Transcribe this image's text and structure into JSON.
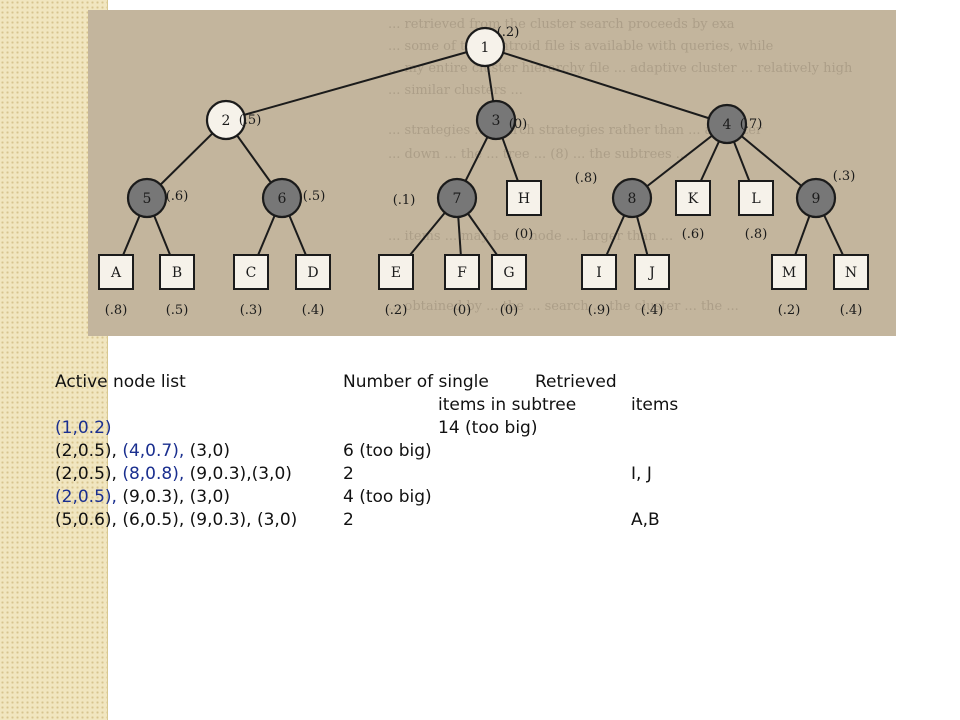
{
  "colors": {
    "sidebar": "#f1e6c0",
    "paper": "#c3b59d",
    "highlight": "#1a2f8f",
    "shaded": "#777777"
  },
  "scan_text": [
    "... retrieved from the cluster search proceeds by exa",
    "... some of the centroid file is available with queries, while",
    "... my entire cluster hierarchy file ... adaptive cluster ... relatively high",
    "... similar clusters ...",
    "... strategies ... search strategies rather than ... a cluster",
    "... down ... the ... tree ... (8) ... the subtrees ...",
    "... items ... may be ... node ... larger than ...",
    "... obtained by ... the ... search ... the cluster ... the ..."
  ],
  "tree": {
    "nodes": [
      {
        "id": "1",
        "prob": "(.2)",
        "fill": "white"
      },
      {
        "id": "2",
        "prob": "(.5)",
        "fill": "white"
      },
      {
        "id": "3",
        "prob": "(0)",
        "fill": "gray"
      },
      {
        "id": "4",
        "prob": "(.7)",
        "fill": "gray"
      },
      {
        "id": "5",
        "prob": "(.6)",
        "fill": "gray"
      },
      {
        "id": "6",
        "prob": "(.5)",
        "fill": "gray"
      },
      {
        "id": "7",
        "prob": "(.1)",
        "fill": "gray"
      },
      {
        "id": "8",
        "prob": "(.8)",
        "fill": "gray"
      },
      {
        "id": "9",
        "prob": "(.3)",
        "fill": "gray"
      }
    ],
    "leaves": [
      {
        "id": "A",
        "prob": "(.8)"
      },
      {
        "id": "B",
        "prob": "(.5)"
      },
      {
        "id": "C",
        "prob": "(.3)"
      },
      {
        "id": "D",
        "prob": "(.4)"
      },
      {
        "id": "E",
        "prob": "(.2)"
      },
      {
        "id": "F",
        "prob": "(0)"
      },
      {
        "id": "G",
        "prob": "(0)"
      },
      {
        "id": "H",
        "prob": "(0)"
      },
      {
        "id": "I",
        "prob": "(.9)"
      },
      {
        "id": "J",
        "prob": "(.4)"
      },
      {
        "id": "K",
        "prob": "(.6)"
      },
      {
        "id": "L",
        "prob": "(.8)"
      },
      {
        "id": "M",
        "prob": "(.2)"
      },
      {
        "id": "N",
        "prob": "(.4)"
      }
    ]
  },
  "table": {
    "header": {
      "col1": "Active node list",
      "col2_line1": "Number of single",
      "col3_line1": "Retrieved",
      "col2_line2": "items in subtree",
      "col3_line2": "items"
    },
    "rows": [
      {
        "parts": [
          {
            "t": "(1,0.2)",
            "hl": true
          }
        ],
        "count": "14 (too big)",
        "retrieved": ""
      },
      {
        "parts": [
          {
            "t": "(2,0.5), ",
            "hl": false
          },
          {
            "t": "(4,0.7),",
            "hl": true
          },
          {
            "t": " (3,0)",
            "hl": false
          }
        ],
        "count": "6 (too big)",
        "retrieved": ""
      },
      {
        "parts": [
          {
            "t": "(2,0.5), ",
            "hl": false
          },
          {
            "t": "(8,0.8),",
            "hl": true
          },
          {
            "t": " (9,0.3),(3,0)",
            "hl": false
          }
        ],
        "count": "2",
        "retrieved": "I, J"
      },
      {
        "parts": [
          {
            "t": "(2,0.5),",
            "hl": true
          },
          {
            "t": " (9,0.3), (3,0)",
            "hl": false
          }
        ],
        "count": "4 (too big)",
        "retrieved": ""
      },
      {
        "parts": [
          {
            "t": "(5,0.6), (6,0.5), (9,0.3), (3,0)",
            "hl": false
          }
        ],
        "count": "2",
        "retrieved": "A,B"
      }
    ]
  }
}
